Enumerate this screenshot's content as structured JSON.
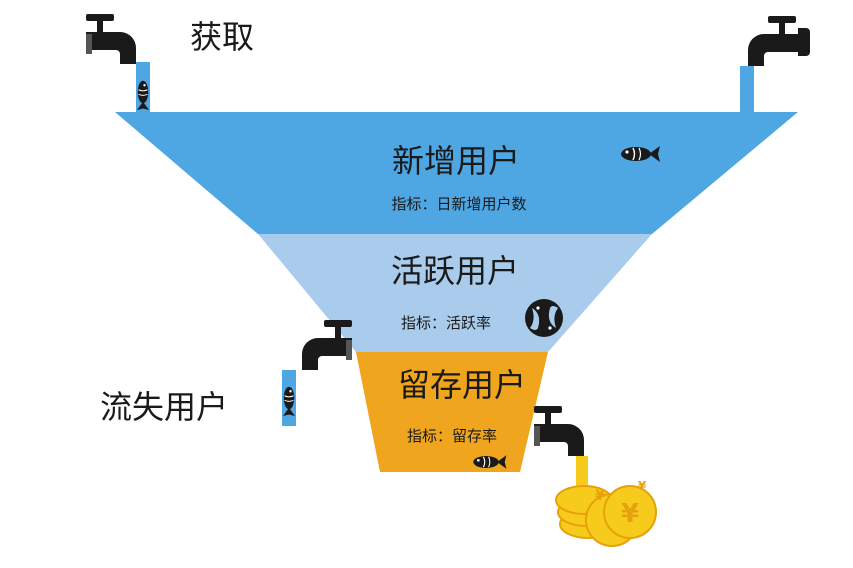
{
  "labels": {
    "acquire": "获取",
    "churn": "流失用户"
  },
  "stages": [
    {
      "title": "新增用户",
      "metric": "指标：日新增用户数",
      "color": "#4EA6E2"
    },
    {
      "title": "活跃用户",
      "metric": "指标：活跃率",
      "color": "#A9CCEC"
    },
    {
      "title": "留存用户",
      "metric": "指标：留存率",
      "color": "#EFA51E"
    }
  ],
  "currency_symbol": "¥",
  "colors": {
    "water": "#4EA6E2",
    "faucet": "#1a1a1a",
    "coin": "#F7CB1C",
    "coin_edge": "#E5A20B",
    "fish": "#1a1a1a"
  },
  "icons": [
    "faucet-icon",
    "fish-icon",
    "coin-stack-icon"
  ]
}
